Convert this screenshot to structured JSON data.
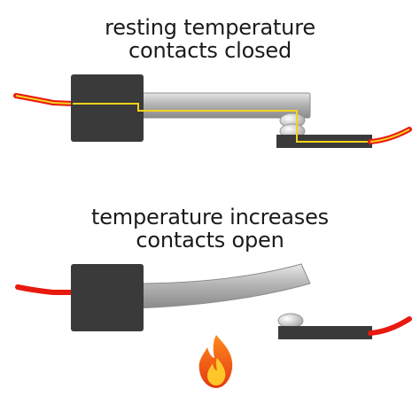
{
  "panels": [
    {
      "line1": "resting temperature",
      "line2": "contacts closed"
    },
    {
      "line1": "temperature increases",
      "line2": "contacts open"
    }
  ],
  "colors": {
    "wire_red": "#e8190f",
    "wire_yellow": "#f4d21c",
    "block": "#3a3a3a",
    "strip": "#b9b9b9",
    "contact": "#d9d9d9",
    "flame_outer": "#f0561c",
    "flame_inner": "#ffc629"
  },
  "icons": {
    "heat": "flame-icon"
  }
}
